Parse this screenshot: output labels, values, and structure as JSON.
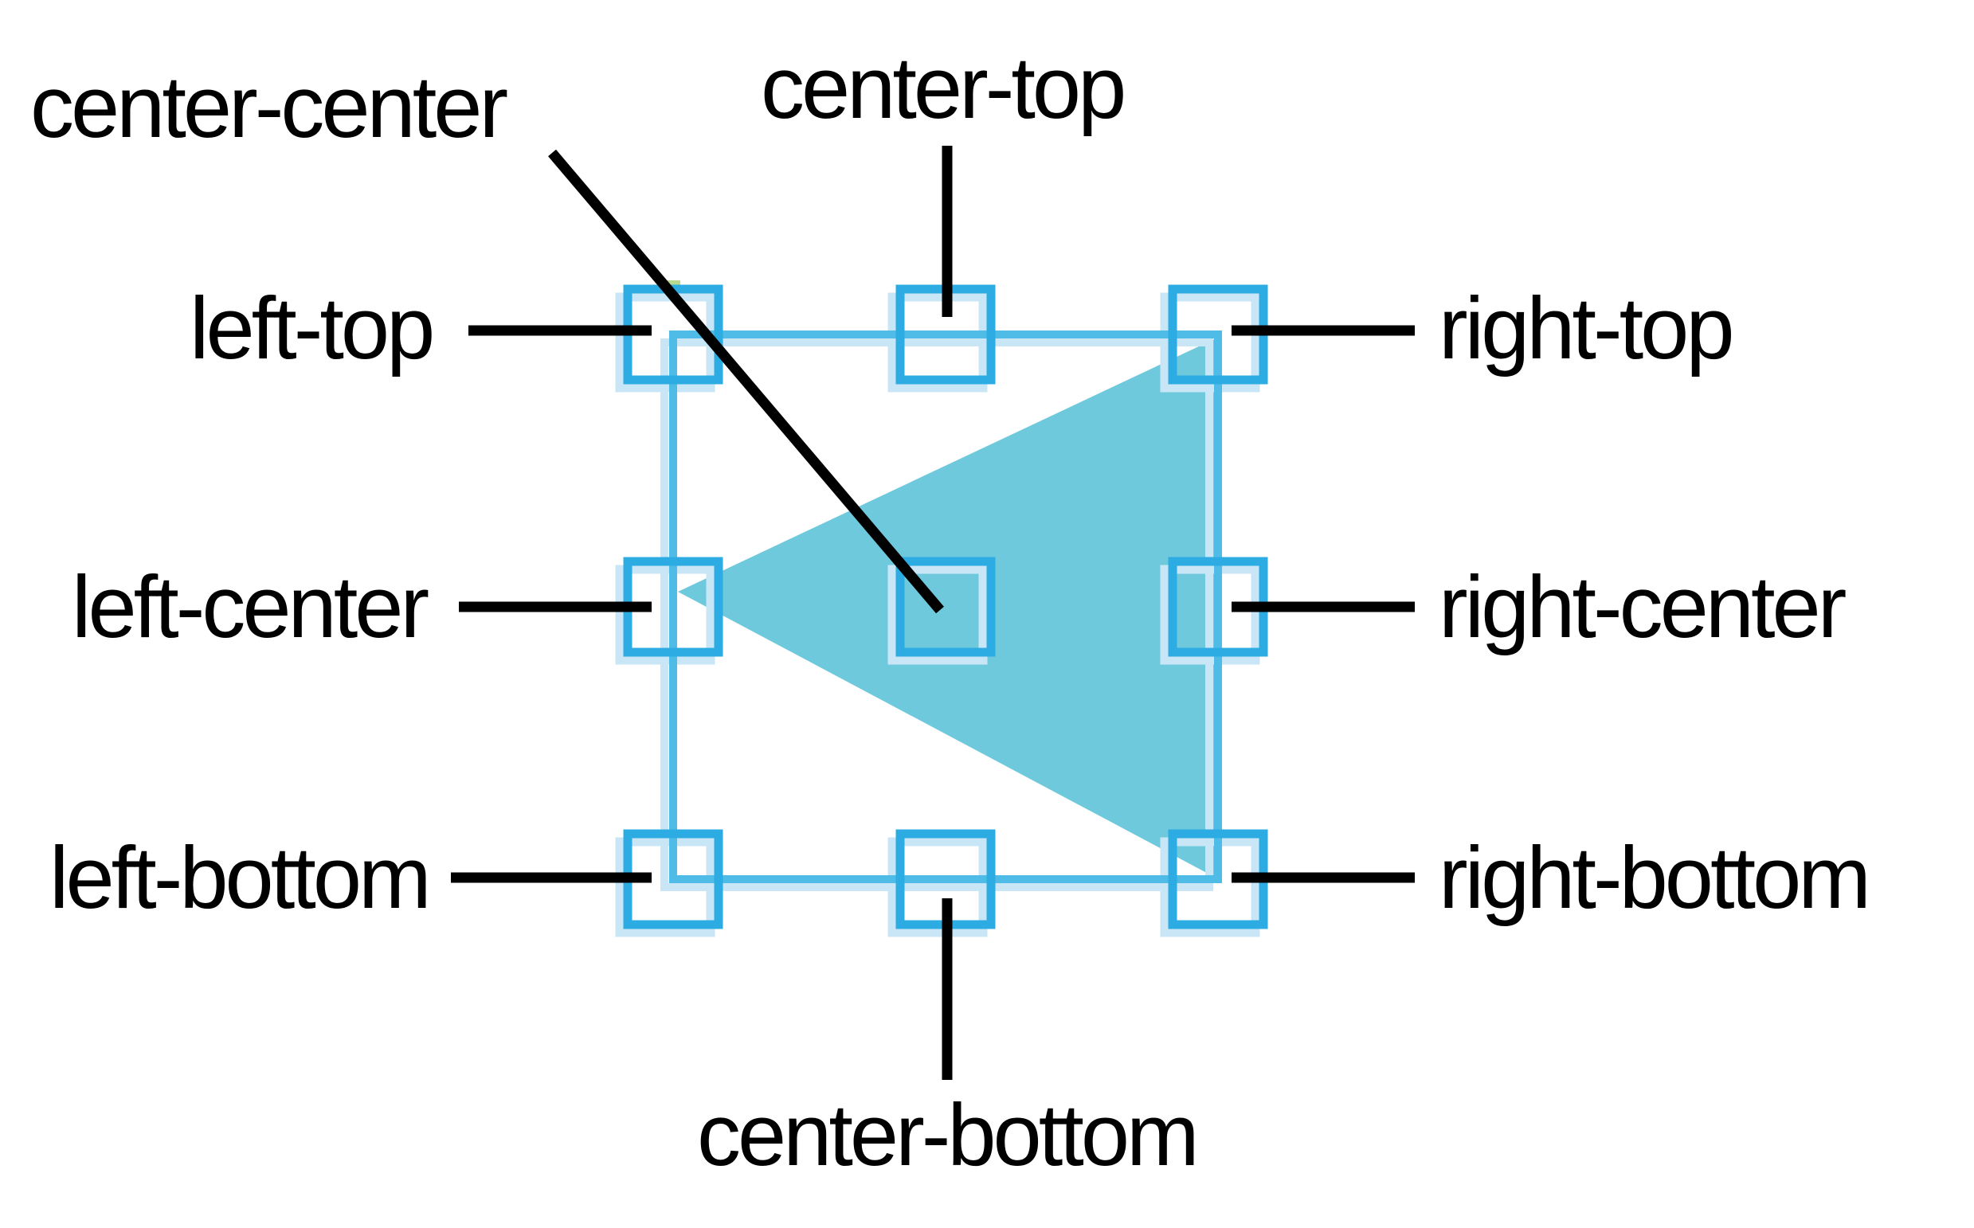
{
  "diagram": {
    "description": "anchor position reference for a selection bounding box around a triangle",
    "colors": {
      "background": "#ffffff",
      "triangle": "#6FC9DC",
      "handle-stroke": "#2CACE2",
      "box-stroke": "#4FBCE8",
      "echo": "#C9E6F6",
      "leader": "#000000",
      "speck": "#B7DA8E"
    },
    "labels": [
      {
        "id": "center-center",
        "text": "center-center"
      },
      {
        "id": "center-top",
        "text": "center-top"
      },
      {
        "id": "left-top",
        "text": "left-top"
      },
      {
        "id": "right-top",
        "text": "right-top"
      },
      {
        "id": "left-center",
        "text": "left-center"
      },
      {
        "id": "right-center",
        "text": "right-center"
      },
      {
        "id": "left-bottom",
        "text": "left-bottom"
      },
      {
        "id": "right-bottom",
        "text": "right-bottom"
      },
      {
        "id": "center-bottom",
        "text": "center-bottom"
      }
    ]
  }
}
